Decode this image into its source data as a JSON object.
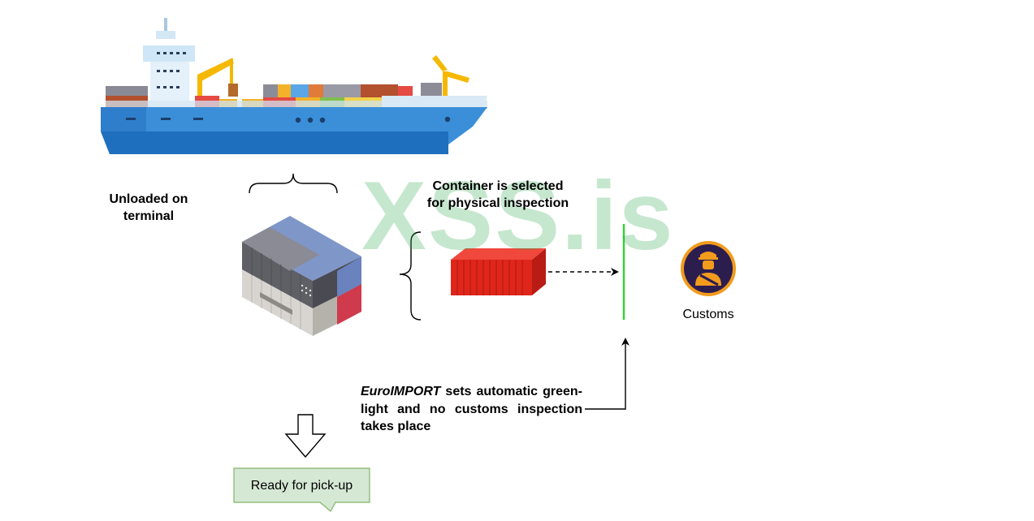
{
  "watermark": {
    "text": "XSS.is"
  },
  "labels": {
    "unloaded_on_terminal": "Unloaded on\nterminal",
    "container_selected": "Container is selected\nfor physical inspection",
    "customs": "Customs"
  },
  "euroimport_note": {
    "lead": "EuroIMPORT",
    "rest": " sets automatic green-light and no customs inspection takes place"
  },
  "callout": {
    "text": "Ready for pick-up",
    "fill": "#d5e8d4",
    "stroke": "#82b366"
  },
  "icons": {
    "ship": "cargo-ship-icon",
    "container_stack": "container-stack-icon",
    "red_container": "red-container-icon",
    "customs_officer": "customs-officer-icon",
    "down_arrow": "down-arrow-icon"
  },
  "colors": {
    "hull": "#3a8fd8",
    "hull_dark": "#1f6fbf",
    "red_container": "#e0261b",
    "customs_ring": "#f29b1d",
    "customs_bg": "#2c1d4f",
    "inspection_line": "#3ccf3c"
  }
}
